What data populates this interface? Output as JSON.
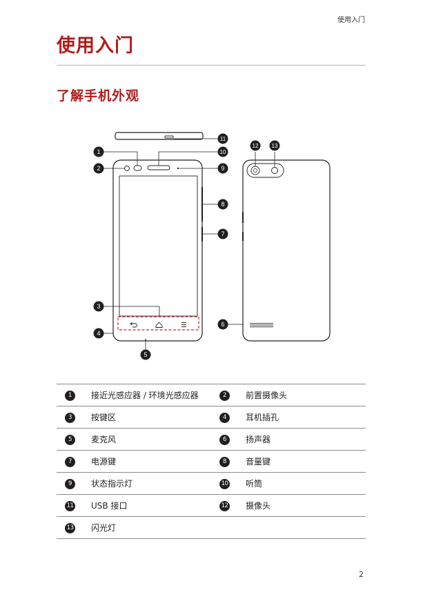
{
  "header": {
    "running_head": "使用入门"
  },
  "title": "使用入门",
  "section": "了解手机外观",
  "callouts": [
    "1",
    "2",
    "3",
    "4",
    "5",
    "6",
    "7",
    "8",
    "9",
    "10",
    "11",
    "12",
    "13"
  ],
  "legend": [
    [
      {
        "n": "1",
        "label": "接近光感应器 / 环境光感应器"
      },
      {
        "n": "2",
        "label": "前置摄像头"
      }
    ],
    [
      {
        "n": "3",
        "label": "按键区"
      },
      {
        "n": "4",
        "label": "耳机插孔"
      }
    ],
    [
      {
        "n": "5",
        "label": "麦克风"
      },
      {
        "n": "6",
        "label": "扬声器"
      }
    ],
    [
      {
        "n": "7",
        "label": "电源键"
      },
      {
        "n": "8",
        "label": "音量键"
      }
    ],
    [
      {
        "n": "9",
        "label": "状态指示灯"
      },
      {
        "n": "10",
        "label": "听筒"
      }
    ],
    [
      {
        "n": "11",
        "label": "USB 接口"
      },
      {
        "n": "12",
        "label": "摄像头"
      }
    ],
    [
      {
        "n": "13",
        "label": "闪光灯"
      }
    ]
  ],
  "footer": {
    "page_number": "2"
  },
  "colors": {
    "title": "#b31b1b",
    "callout": "#231f20",
    "key_area_outline": "#c0282d"
  }
}
